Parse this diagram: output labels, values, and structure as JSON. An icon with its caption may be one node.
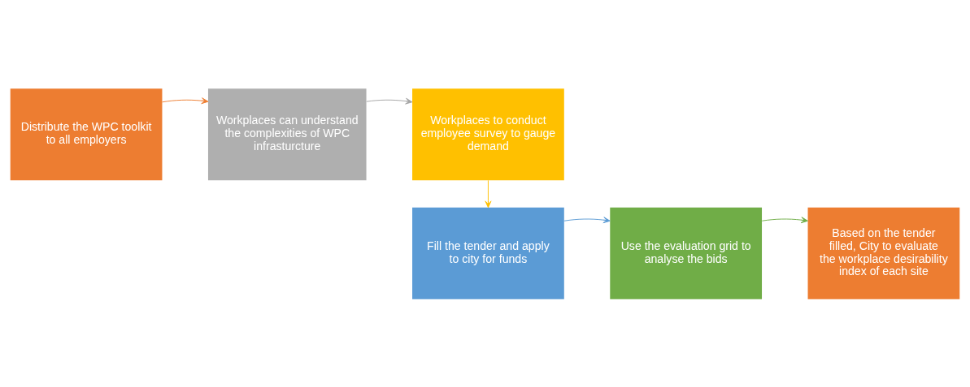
{
  "diagram": {
    "nodes": [
      {
        "text": [
          "Distribute the WPC toolkit to all employers"
        ]
      },
      {
        "text": [
          "Workplaces can understand the complexities of WPC infrasturcture"
        ]
      },
      {
        "text": [
          "Workplaces to conduct employee survey to gauge demand"
        ]
      },
      {
        "text": [
          "Fill the tender and apply to city for funds"
        ]
      },
      {
        "text": [
          "Use the evaluation grid to analyse the bids"
        ]
      },
      {
        "text": [
          "Based on the tender filled, City to evaluate the workplace desirability index of each site"
        ]
      }
    ],
    "edges": [
      {
        "from": 0,
        "to": 1,
        "arrow": "to",
        "color": "#ed7d31"
      },
      {
        "from": 1,
        "to": 2,
        "arrow": "to",
        "color": "#a5a5a5"
      },
      {
        "from": 2,
        "to": 3,
        "arrow": "to",
        "color": "#ffc000"
      },
      {
        "from": 3,
        "to": 4,
        "arrow": "to",
        "color": "#5b9bd5"
      },
      {
        "from": 4,
        "to": 5,
        "arrow": "to",
        "color": "#70ad47"
      }
    ]
  }
}
